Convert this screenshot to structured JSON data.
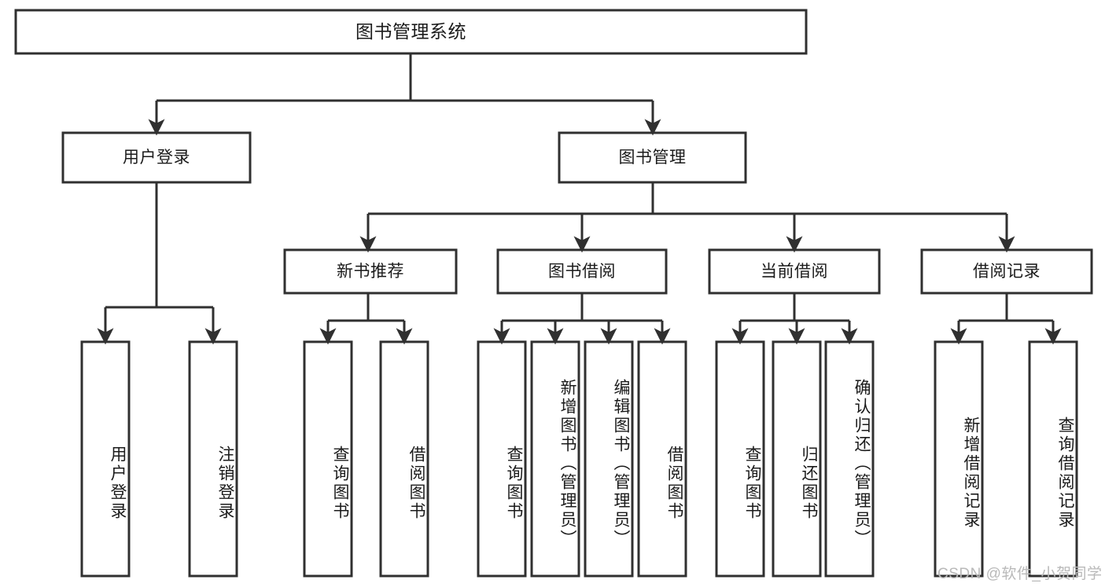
{
  "diagram": {
    "title_node": {
      "label": "图书管理系统"
    },
    "level2": [
      {
        "label": "用户登录"
      },
      {
        "label": "图书管理"
      }
    ],
    "level3": [
      {
        "label": "新书推荐"
      },
      {
        "label": "图书借阅"
      },
      {
        "label": "当前借阅"
      },
      {
        "label": "借阅记录"
      }
    ],
    "leaves": {
      "user_login": [
        {
          "label": "用户登录"
        },
        {
          "label": "注销登录"
        }
      ],
      "new_book_recommend": [
        {
          "label": "查询图书"
        },
        {
          "label": "借阅图书"
        }
      ],
      "book_borrow": [
        {
          "label": "查询图书"
        },
        {
          "label": "新增图书（管理员）"
        },
        {
          "label": "编辑图书（管理员）"
        },
        {
          "label": "借阅图书"
        }
      ],
      "current_borrow": [
        {
          "label": "查询图书"
        },
        {
          "label": "归还图书"
        },
        {
          "label": "确认归还（管理员）"
        }
      ],
      "borrow_record": [
        {
          "label": "新增借阅记录"
        },
        {
          "label": "查询借阅记录"
        }
      ]
    }
  },
  "watermark": {
    "text": "CSDN @软件_小贺同学"
  },
  "colors": {
    "stroke": "#303030",
    "fill": "#ffffff",
    "text": "#1b1b1b",
    "watermark": "#b9b9b9"
  }
}
